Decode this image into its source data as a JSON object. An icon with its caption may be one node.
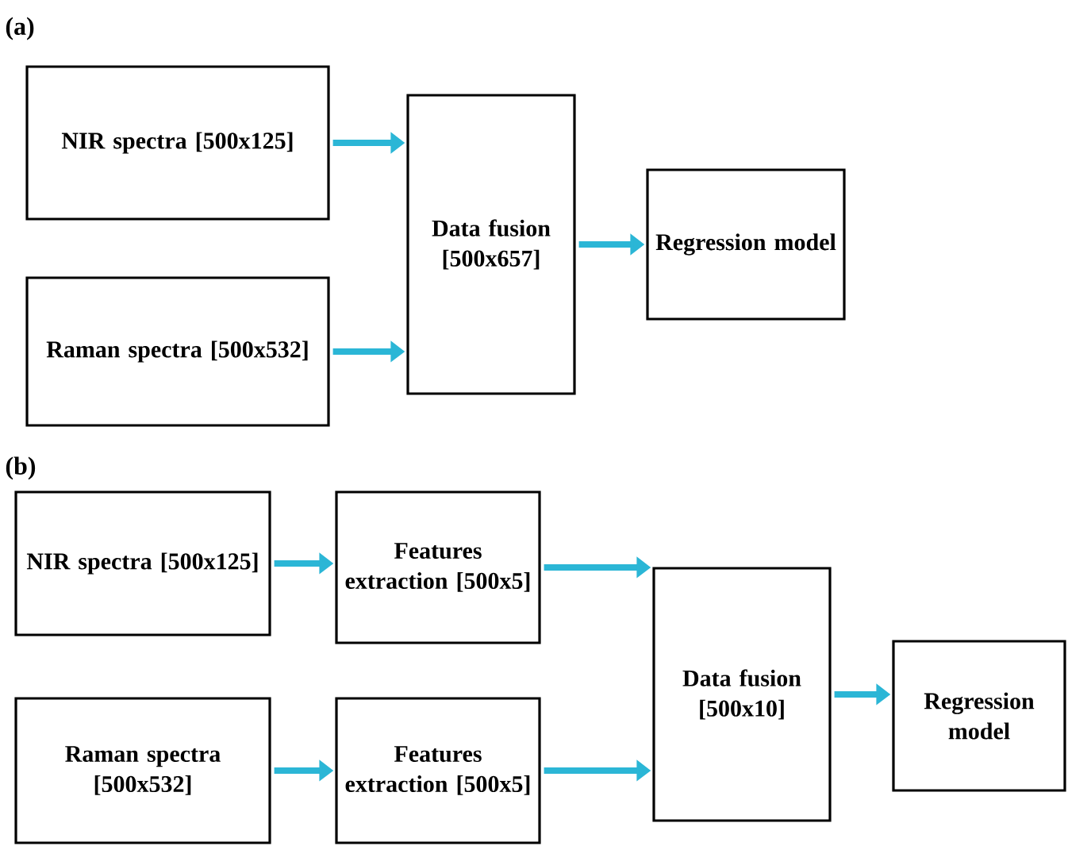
{
  "diagram": {
    "nodes": [
      {
        "text": [
          "NIR spectra [500x125]"
        ]
      },
      {
        "text": [
          "Raman spectra [500x532]"
        ]
      },
      {
        "text": [
          "Data fusion [500x657]"
        ]
      },
      {
        "text": [
          "Regression model"
        ]
      },
      {
        "text": [
          "NIR spectra [500x125]"
        ]
      },
      {
        "text": [
          "Features extraction [500x5]"
        ]
      },
      {
        "text": [
          "Raman spectra [500x532]"
        ]
      },
      {
        "text": [
          "Features extraction [500x5]"
        ]
      },
      {
        "text": [
          "Data fusion [500x10]"
        ]
      },
      {
        "text": [
          "Regression model"
        ]
      }
    ],
    "edges": [
      {
        "from": 0,
        "to": 2,
        "arrow": "to"
      },
      {
        "from": 1,
        "to": 2,
        "arrow": "to"
      },
      {
        "from": 2,
        "to": 3,
        "arrow": "to"
      },
      {
        "from": 4,
        "to": 5,
        "arrow": "to"
      },
      {
        "from": 5,
        "to": 8,
        "arrow": "to"
      },
      {
        "from": 6,
        "to": 7,
        "arrow": "to"
      },
      {
        "from": 7,
        "to": 8,
        "arrow": "to"
      },
      {
        "from": 8,
        "to": 9,
        "arrow": "to"
      }
    ],
    "labels": [
      "(a)",
      "(b)"
    ]
  }
}
